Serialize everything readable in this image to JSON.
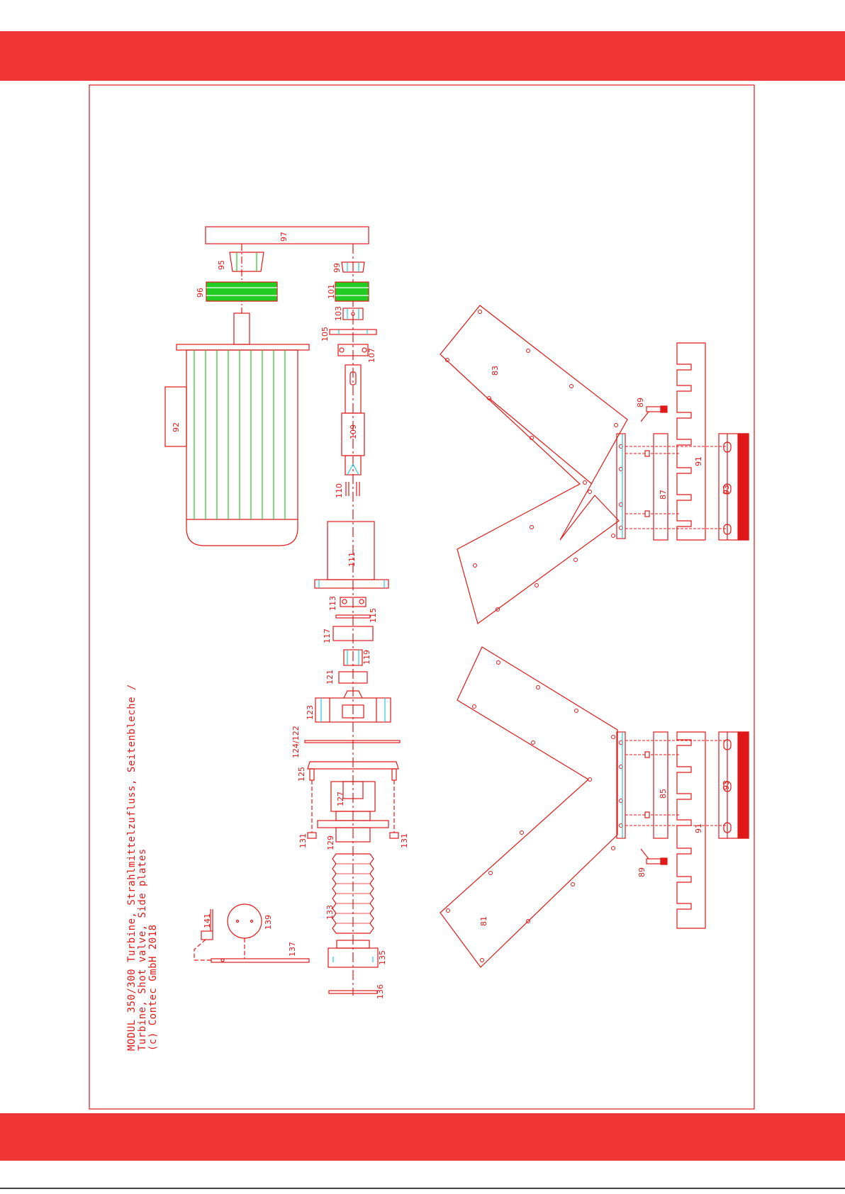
{
  "title_lines": [
    "MODUL 350/300 Turbine, Strahlmittelzufluss, Seitenbleche /",
    "Turbine, Shot valve, Side plates",
    "(c) Contec GmbH 2018"
  ],
  "part_labels": {
    "p81": "81",
    "p83": "83",
    "p85": "85",
    "p87": "87",
    "p89a": "89",
    "p89b": "89",
    "p91a": "91",
    "p91b": "91",
    "p92": "92",
    "p93a": "93",
    "p93b": "93",
    "p95": "95",
    "p96": "96",
    "p97": "97",
    "p99": "99",
    "p101": "101",
    "p103": "103",
    "p105": "105",
    "p107": "107",
    "p109": "109",
    "p110": "110",
    "p111": "111",
    "p113": "113",
    "p115": "115",
    "p117": "117",
    "p119": "119",
    "p121": "121",
    "p123": "123",
    "p124_122": "124/122",
    "p125": "125",
    "p127": "127",
    "p129": "129",
    "p131a": "131",
    "p131b": "131",
    "p133": "133",
    "p135": "135",
    "p136": "136",
    "p137": "137",
    "p139": "139",
    "p141": "141"
  },
  "colors": {
    "band": "#ef3535",
    "line": "#e01818",
    "highlight_green": "#22cc22",
    "detail_cyan": "#22ccdd"
  }
}
